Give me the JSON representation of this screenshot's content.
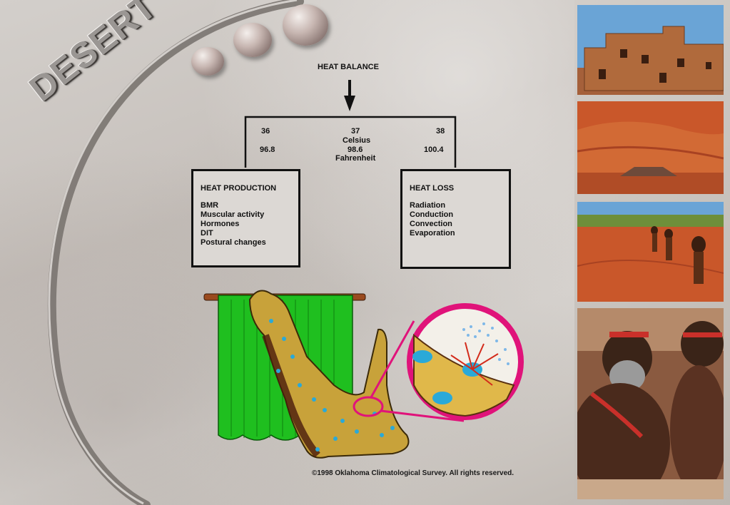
{
  "brand": {
    "title": "DESERT"
  },
  "diagram": {
    "title": "HEAT BALANCE",
    "scale": {
      "low": {
        "celsius": "36",
        "fahrenheit": "96.8"
      },
      "mid": {
        "celsius": "37",
        "celsius_label": "Celsius",
        "fahrenheit": "98.6",
        "fahrenheit_label": "Fahrenheit"
      },
      "high": {
        "celsius": "38",
        "fahrenheit": "100.4"
      }
    },
    "production": {
      "heading": "HEAT PRODUCTION",
      "items": [
        "BMR",
        "Muscular activity",
        "Hormones",
        "DIT",
        "Postural changes"
      ]
    },
    "loss": {
      "heading": "HEAT LOSS",
      "items": [
        "Radiation",
        "Conduction",
        "Convection",
        "Evaporation"
      ]
    }
  },
  "copyright": "©1998 Oklahoma Climatological Survey.  All rights reserved.",
  "icons": {
    "arrow": "down-arrow-icon",
    "orbs": "sphere-icon"
  },
  "colors": {
    "towel": "#1fbf1f",
    "skin": "#c8a23a",
    "magnifier": "#e0137a",
    "sweat": "#2aa9d8",
    "sand": "#c9572a",
    "sky": "#6aa4d6"
  }
}
